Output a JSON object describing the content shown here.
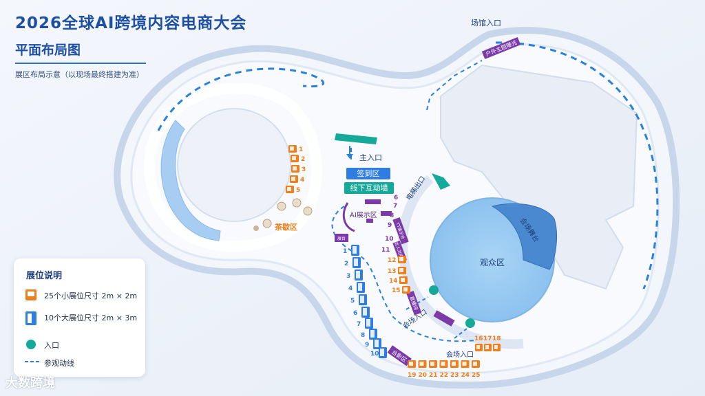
{
  "header": {
    "title": "2026全球AI跨境内容电商大会",
    "subtitle": "平面布局图",
    "note": "展区布局示意（以现场最终搭建为准）"
  },
  "colors": {
    "primary": "#1d4fa3",
    "orange": "#f07e1a",
    "blue": "#2f7de0",
    "purple": "#7b3aa8",
    "teal": "#15a99a",
    "audience": "#9fcdf4"
  },
  "map": {
    "venue_entrance": "场馆入口",
    "outdoor_zone": "户外主题曝光",
    "main_entrance": "主入口",
    "checkin": "签到区",
    "offline_wall": "线下互动墙",
    "ai_zone": "AI展示区",
    "tea_zone": "茶歇区",
    "elevator_exit": "电梯出口",
    "stage": "会场舞台",
    "audience": "观众区",
    "hall_entrance_1": "会场入口",
    "hall_entrance_2": "会场入口",
    "photo_zone": "合影区",
    "live_zone": "直播间",
    "purple_tag_1": "展台",
    "purple_tag_2": "TT展示台",
    "purple_tag_3": "达人对接区",
    "small_booths_top": [
      "1",
      "2",
      "3",
      "4",
      "5"
    ],
    "small_booths_mid": [
      "12",
      "13",
      "14",
      "15"
    ],
    "small_booths_right": [
      "16",
      "17",
      "18"
    ],
    "small_booths_bottom": [
      "19",
      "20",
      "21",
      "22",
      "23",
      "24",
      "25"
    ],
    "large_booths": [
      "1",
      "2",
      "3",
      "4",
      "5",
      "6",
      "7",
      "8",
      "9",
      "10"
    ],
    "mid_numbers": [
      "6",
      "7",
      "8",
      "9",
      "10",
      "11"
    ]
  },
  "legend": {
    "title": "展位说明",
    "small": "25个小展位尺寸   2m × 2m",
    "large": "10个大展位尺寸   2m × 3m",
    "entrance": "入口",
    "route": "参观动线"
  },
  "brand": "大数跨境"
}
